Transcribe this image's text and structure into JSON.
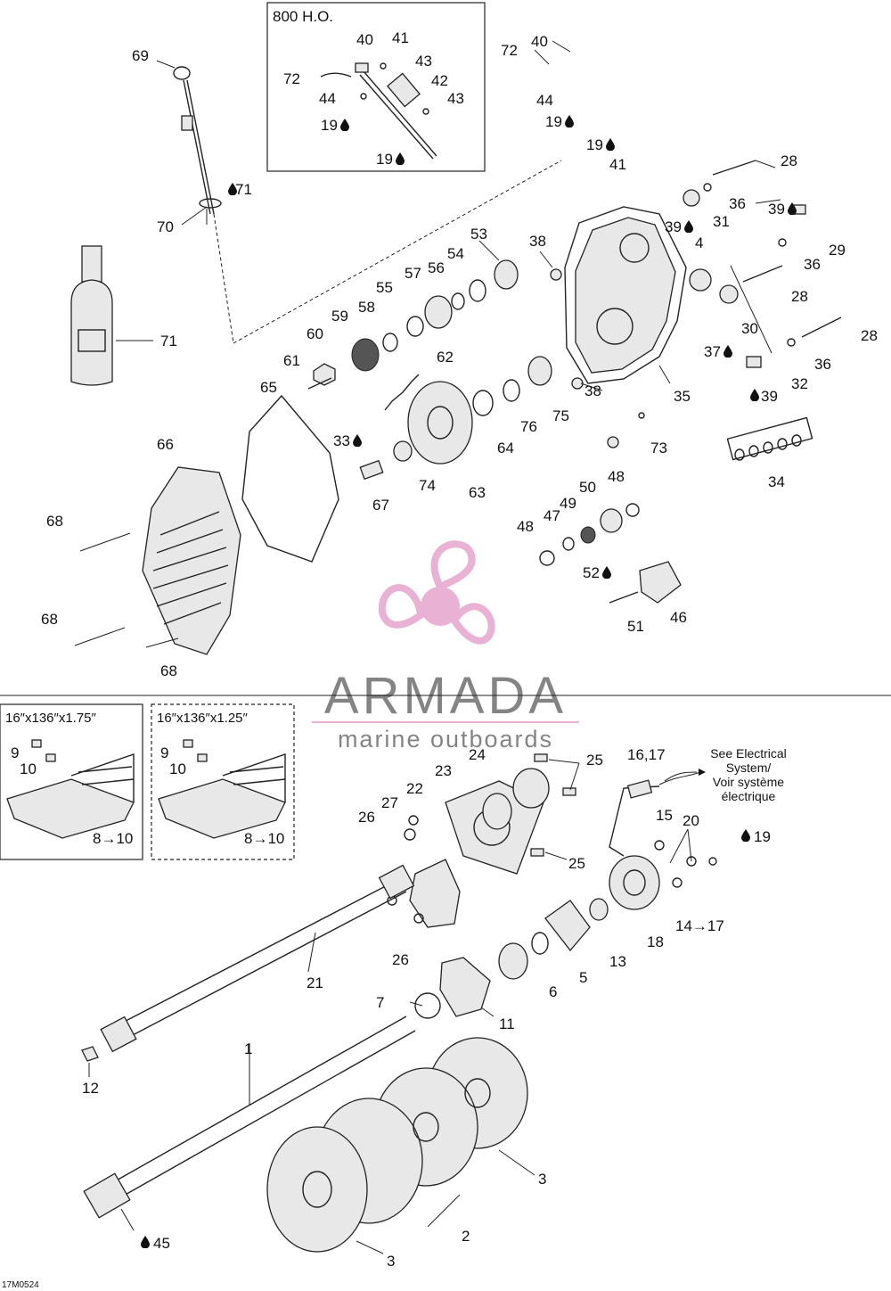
{
  "inset_title": "800 H.O.",
  "labels": {
    "l69": "69",
    "l70": "70",
    "l71a": "71",
    "l71b": "71",
    "l72a": "72",
    "l72b": "72",
    "l40a": "40",
    "l40b": "40",
    "l41a": "41",
    "l41b": "41",
    "l43a": "43",
    "l43b": "43",
    "l42": "42",
    "l44a": "44",
    "l44b": "44",
    "l19a": "19",
    "l19b": "19",
    "l19c": "19",
    "l19d": "19",
    "l19e": "19",
    "l28a": "28",
    "l28b": "28",
    "l28c": "28",
    "l36a": "36",
    "l36b": "36",
    "l36c": "36",
    "l31": "31",
    "l39a": "39",
    "l39b": "39",
    "l39c": "39",
    "l29": "29",
    "l4": "4",
    "l30": "30",
    "l37": "37",
    "l32": "32",
    "l35": "35",
    "l34": "34",
    "l73": "73",
    "l38a": "38",
    "l38b": "38",
    "l53": "53",
    "l54": "54",
    "l56": "56",
    "l57": "57",
    "l55": "55",
    "l58": "58",
    "l59": "59",
    "l60": "60",
    "l61": "61",
    "l62": "62",
    "l65": "65",
    "l66": "66",
    "l64": "64",
    "l76": "76",
    "l75": "75",
    "l33": "33",
    "l67": "67",
    "l74": "74",
    "l63": "63",
    "l68a": "68",
    "l68b": "68",
    "l68c": "68",
    "l48a": "48",
    "l48b": "48",
    "l47": "47",
    "l49": "49",
    "l50": "50",
    "l52": "52",
    "l51": "51",
    "l46": "46",
    "l9a": "9",
    "l10a": "10",
    "l810a": "8→10",
    "l9b": "9",
    "l10b": "10",
    "l810b": "8→10",
    "l24": "24",
    "l25a": "25",
    "l25b": "25",
    "l23": "23",
    "l22": "22",
    "l27": "27",
    "l26a": "26",
    "l26b": "26",
    "l1617": "16,17",
    "l15": "15",
    "l20": "20",
    "l1417": "14→17",
    "l18": "18",
    "l13": "13",
    "l5": "5",
    "l6": "6",
    "l11": "11",
    "l7": "7",
    "l21": "21",
    "l12": "12",
    "l1": "1",
    "l3a": "3",
    "l3b": "3",
    "l2": "2",
    "l45": "45"
  },
  "track_boxes": {
    "box1_title": "16″x136″x1.75″",
    "box2_title": "16″x136″x1.25″"
  },
  "electrical_note": {
    "line1": "See Electrical",
    "line2": "System/",
    "line3": "Voir système",
    "line4": "électrique"
  },
  "watermark": {
    "brand": "ARMADA",
    "tagline": "marine outboards",
    "color_pink": "#e7a9cf",
    "color_gray": "#7a7a7a"
  },
  "figure_code": "17M0524",
  "icons": {
    "lubricant": "oil-drop-icon",
    "bottle": "lubricant-bottle-icon"
  }
}
